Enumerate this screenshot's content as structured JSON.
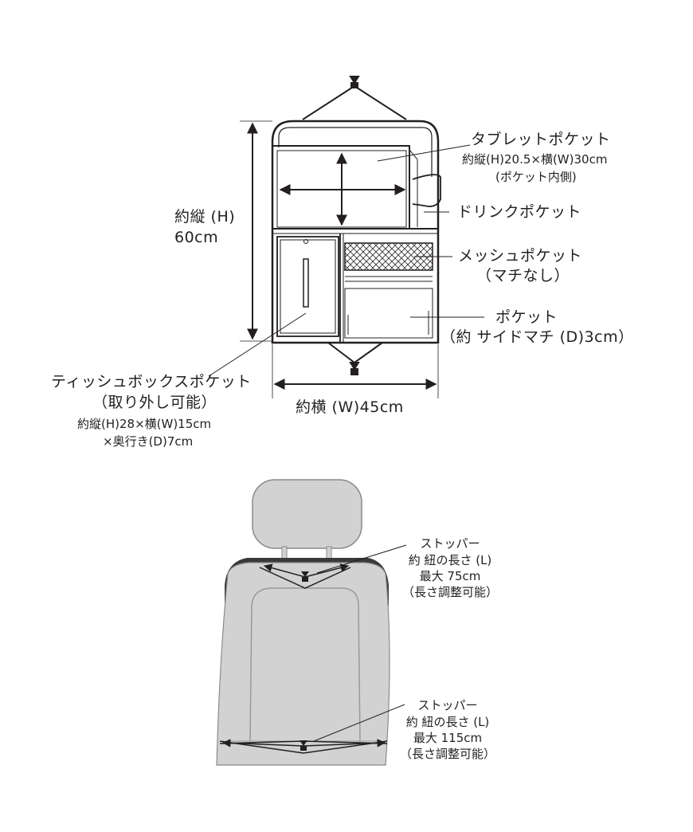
{
  "organizer": {
    "height_label": "約縦 (H)",
    "height_value": "60cm",
    "width_label": "約横 (W)45cm",
    "tablet_pocket": {
      "title": "タブレットポケット",
      "size": "約縦(H)20.5×横(W)30cm",
      "note": "(ポケット内側)"
    },
    "drink_pocket": {
      "title": "ドリンクポケット"
    },
    "mesh_pocket": {
      "title": "メッシュポケット",
      "note": "（マチなし）"
    },
    "pocket": {
      "title": "ポケット",
      "note": "（約 サイドマチ (D)3cm）"
    },
    "tissue_pocket": {
      "title": "ティッシュボックスポケット",
      "note": "（取り外し可能）",
      "size_line1": "約縦(H)28×横(W)15cm",
      "size_line2": "×奥行き(D)7cm"
    }
  },
  "seat": {
    "upper_stopper": {
      "title": "ストッパー",
      "line1": "約 紐の長さ (L)",
      "line2": "最大 75cm",
      "line3": "（長さ調整可能）"
    },
    "lower_stopper": {
      "title": "ストッパー",
      "line1": "約 紐の長さ (L)",
      "line2": "最大 115cm",
      "line3": "（長さ調整可能）"
    }
  },
  "colors": {
    "ink": "#231f20",
    "seat_gray": "#d2d2d2",
    "seat_outline": "#8a8a8a",
    "shoulder_dark": "#3a3a3a"
  }
}
